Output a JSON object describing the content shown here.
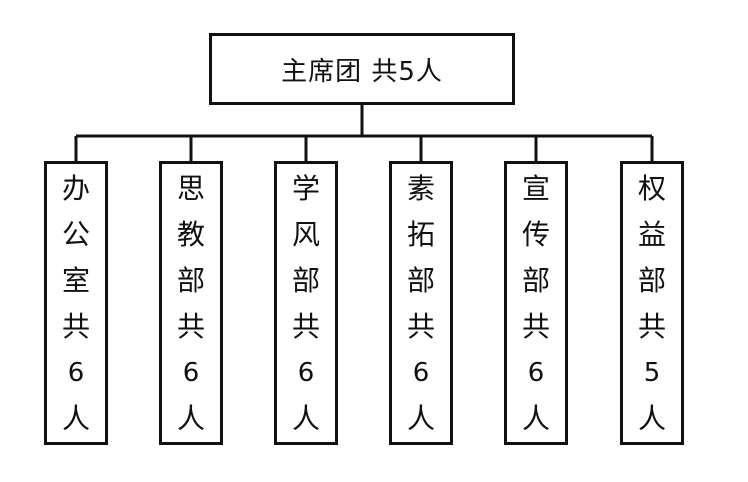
{
  "top": {
    "label": "主席团 共5人"
  },
  "departments": [
    {
      "chars": [
        "办",
        "公",
        "室",
        "共",
        "6",
        "人"
      ]
    },
    {
      "chars": [
        "思",
        "教",
        "部",
        "共",
        "6",
        "人"
      ]
    },
    {
      "chars": [
        "学",
        "风",
        "部",
        "共",
        "6",
        "人"
      ]
    },
    {
      "chars": [
        "素",
        "拓",
        "部",
        "共",
        "6",
        "人"
      ]
    },
    {
      "chars": [
        "宣",
        "传",
        "部",
        "共",
        "6",
        "人"
      ]
    },
    {
      "chars": [
        "权",
        "益",
        "部",
        "共",
        "5",
        "人"
      ]
    }
  ],
  "colors": {
    "line": "#111111",
    "background": "#ffffff"
  }
}
